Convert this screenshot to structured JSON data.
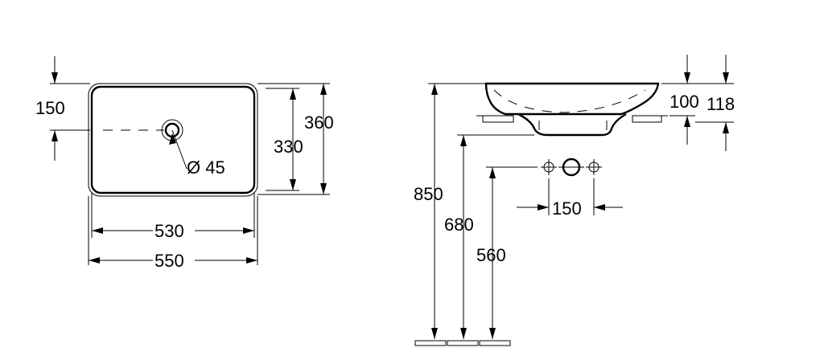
{
  "drawing": {
    "plan_view": {
      "dim_150": "150",
      "dim_360": "360",
      "dim_330": "330",
      "dim_diameter": "Ø 45",
      "dim_530": "530",
      "dim_550": "550"
    },
    "side_view": {
      "dim_100": "100",
      "dim_118": "118",
      "dim_850": "850",
      "dim_680": "680",
      "dim_560": "560",
      "dim_150": "150"
    }
  }
}
